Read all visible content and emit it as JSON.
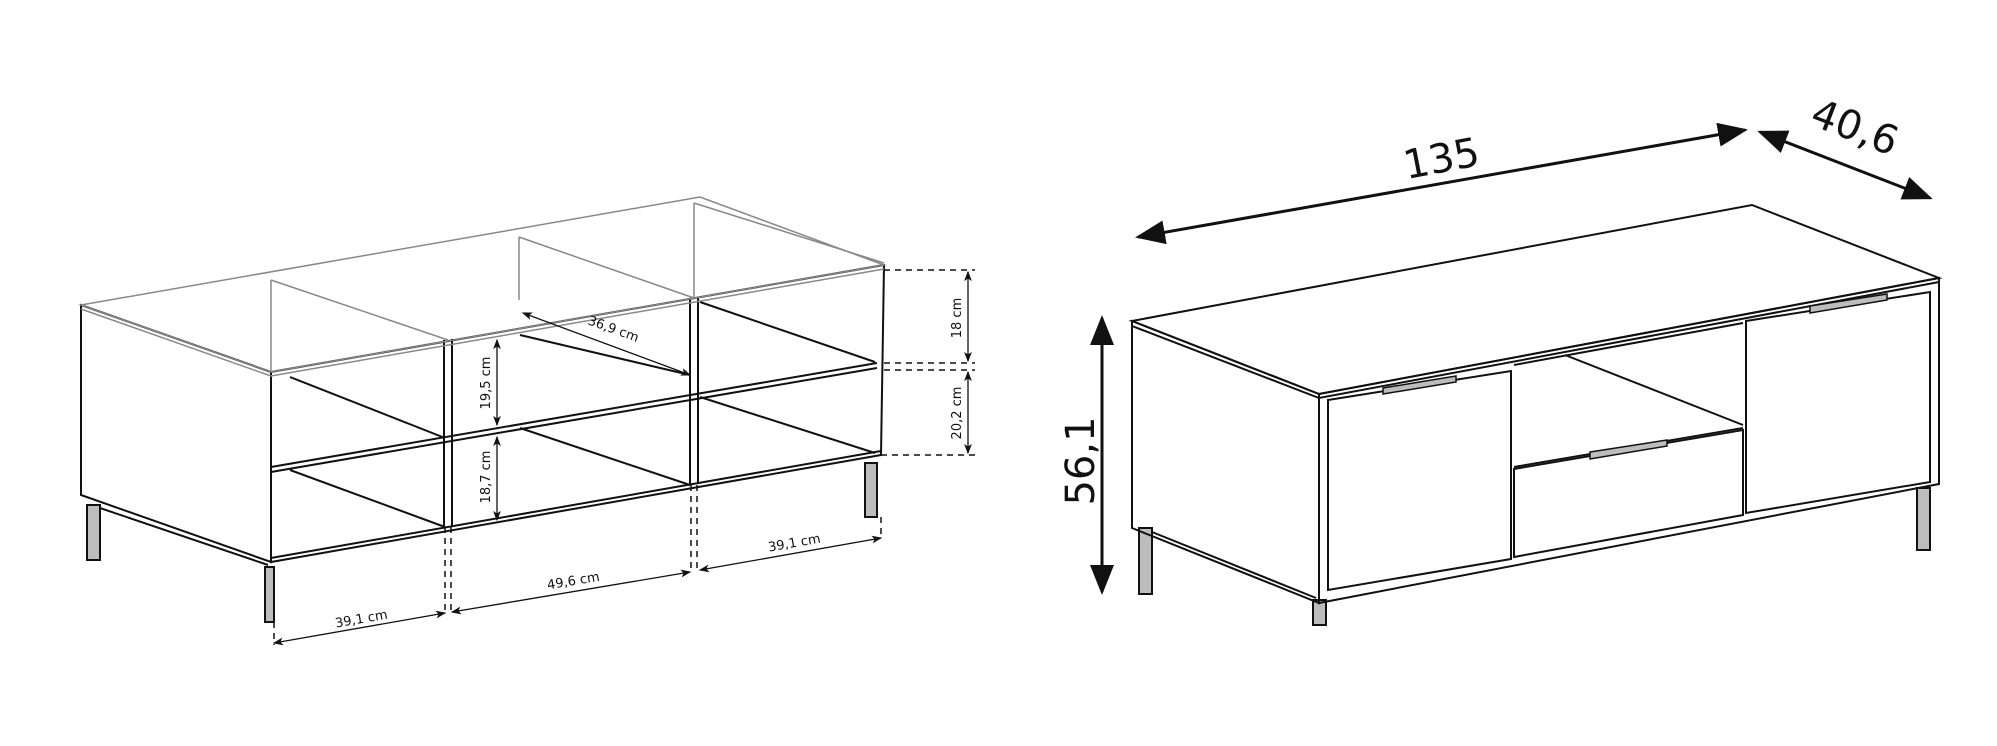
{
  "left_view": {
    "labels": {
      "depth_inner": "36,9 cm",
      "upper_height": "19,5 cm",
      "lower_height": "18,7 cm",
      "right_upper_height": "18 cm",
      "right_lower_height": "20,2 cm",
      "width_left": "39,1 cm",
      "width_middle": "49,6 cm",
      "width_right": "39,1 cm"
    }
  },
  "right_view": {
    "labels": {
      "width": "135",
      "depth": "40,6",
      "height": "56,1"
    }
  },
  "colors": {
    "line": "#111111",
    "leg": "#bdbdbd",
    "glass": "#888888"
  }
}
